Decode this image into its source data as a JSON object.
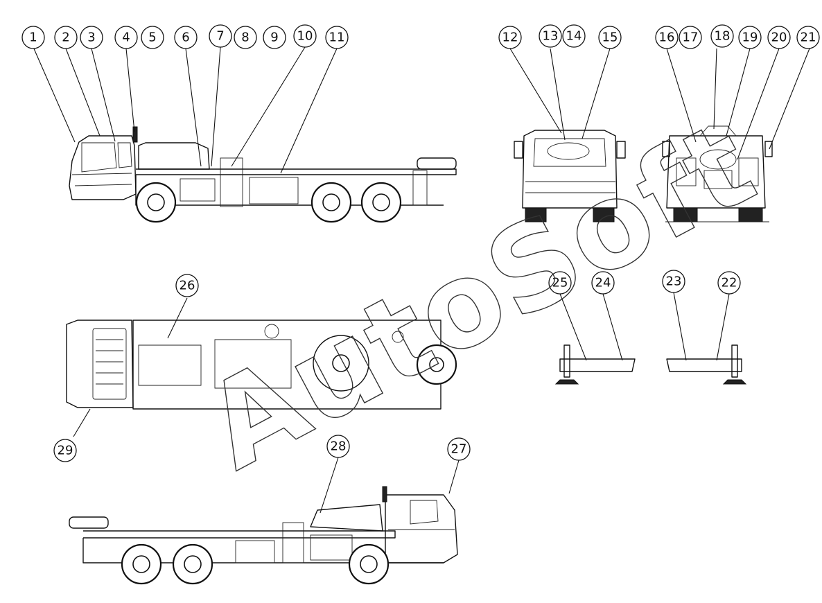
{
  "diagram": {
    "watermark": "AutoSoft",
    "callouts": [
      "1",
      "2",
      "3",
      "4",
      "5",
      "6",
      "7",
      "8",
      "9",
      "10",
      "11",
      "12",
      "13",
      "14",
      "15",
      "16",
      "17",
      "18",
      "19",
      "20",
      "21",
      "22",
      "23",
      "24",
      "25",
      "26",
      "27",
      "28",
      "29"
    ]
  }
}
